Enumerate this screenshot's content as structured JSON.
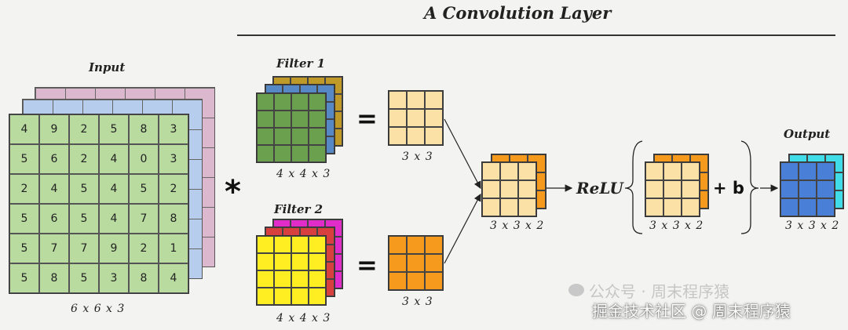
{
  "title": "A Convolution Layer",
  "input": {
    "label": "Input",
    "dims": "6 x 6 x 3",
    "values": [
      [
        "4",
        "9",
        "2",
        "5",
        "8",
        "3"
      ],
      [
        "5",
        "6",
        "2",
        "4",
        "0",
        "3"
      ],
      [
        "2",
        "4",
        "5",
        "4",
        "5",
        "2"
      ],
      [
        "5",
        "6",
        "5",
        "4",
        "7",
        "8"
      ],
      [
        "5",
        "7",
        "7",
        "9",
        "2",
        "1"
      ],
      [
        "5",
        "8",
        "5",
        "3",
        "8",
        "4"
      ]
    ]
  },
  "operator": "*",
  "filter1": {
    "label": "Filter 1",
    "dims": "4 x 4 x 3",
    "result_dims": "3 x 3"
  },
  "filter2": {
    "label": "Filter 2",
    "dims": "4 x 4 x 3",
    "result_dims": "3 x 3"
  },
  "equals": "=",
  "stack_dims": "3 x 3 x 2",
  "relu": "ReLU",
  "relu_dims": "3 x 3 x 2",
  "bias": "+ b",
  "output": {
    "label": "Output",
    "dims": "3 x 3 x 2"
  },
  "watermark1": "公众号 · 周末程序猿",
  "watermark2": "掘金技术社区 @ 周末程序猿",
  "colors": {
    "input_layer1": "#b9dba0",
    "input_layer2": "#b6cdee",
    "input_layer3": "#dcb8cf",
    "filter1": [
      "#6aa04e",
      "#5588c4",
      "#c09a28"
    ],
    "filter2": [
      "#ffee22",
      "#d84040",
      "#e02cc8"
    ],
    "result_light": "#fbe1a6",
    "result_orange": "#f59a1c",
    "output": [
      "#4a7fd8",
      "#40dce8"
    ]
  }
}
